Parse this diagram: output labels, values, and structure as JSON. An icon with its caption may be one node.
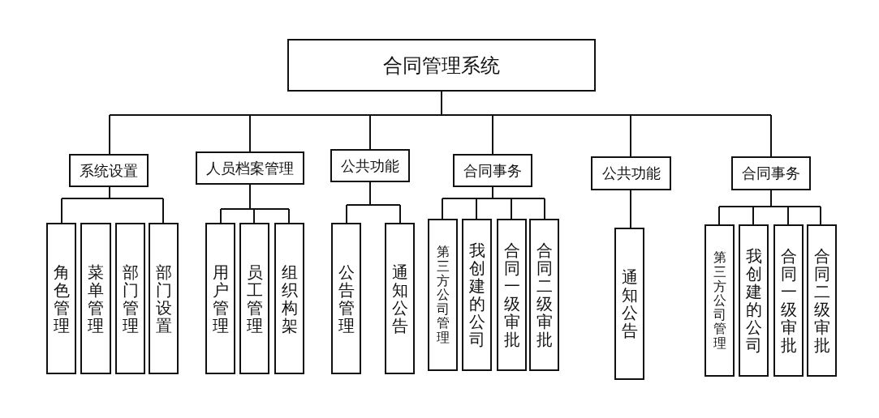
{
  "diagram": {
    "nodes": [
      {
        "text": [
          "合同管理系统"
        ]
      },
      {
        "text": [
          "系统设置"
        ]
      },
      {
        "text": [
          "人员档案管理"
        ]
      },
      {
        "text": [
          "公共功能"
        ]
      },
      {
        "text": [
          "合同事务"
        ]
      },
      {
        "text": [
          "公共功能"
        ]
      },
      {
        "text": [
          "合同事务"
        ]
      },
      {
        "text": [
          "角色管理"
        ]
      },
      {
        "text": [
          "菜单管理"
        ]
      },
      {
        "text": [
          "部门管理"
        ]
      },
      {
        "text": [
          "部门设置"
        ]
      },
      {
        "text": [
          "用户管理"
        ]
      },
      {
        "text": [
          "员工管理"
        ]
      },
      {
        "text": [
          "组织构架"
        ]
      },
      {
        "text": [
          "公告管理"
        ]
      },
      {
        "text": [
          "通知公告"
        ]
      },
      {
        "text": [
          "第三方公司管理"
        ]
      },
      {
        "text": [
          "我创建的公司"
        ]
      },
      {
        "text": [
          "合同一级审批"
        ]
      },
      {
        "text": [
          "合同二级审批"
        ]
      },
      {
        "text": [
          "通知公告"
        ]
      },
      {
        "text": [
          "第三方公司管理"
        ]
      },
      {
        "text": [
          "我创建的公司"
        ]
      },
      {
        "text": [
          "合同一级审批"
        ]
      },
      {
        "text": [
          "合同二级审批"
        ]
      }
    ],
    "edges": [
      {
        "from": 0,
        "to": 1,
        "arrow": "none"
      },
      {
        "from": 0,
        "to": 2,
        "arrow": "none"
      },
      {
        "from": 0,
        "to": 3,
        "arrow": "none"
      },
      {
        "from": 0,
        "to": 4,
        "arrow": "none"
      },
      {
        "from": 0,
        "to": 5,
        "arrow": "none"
      },
      {
        "from": 0,
        "to": 6,
        "arrow": "none"
      },
      {
        "from": 1,
        "to": 7,
        "arrow": "none"
      },
      {
        "from": 1,
        "to": 10,
        "arrow": "none"
      },
      {
        "from": 2,
        "to": 11,
        "arrow": "none"
      },
      {
        "from": 2,
        "to": 12,
        "arrow": "none"
      },
      {
        "from": 2,
        "to": 13,
        "arrow": "none"
      },
      {
        "from": 3,
        "to": 14,
        "arrow": "none"
      },
      {
        "from": 3,
        "to": 15,
        "arrow": "none"
      },
      {
        "from": 4,
        "to": 16,
        "arrow": "none"
      },
      {
        "from": 4,
        "to": 17,
        "arrow": "none"
      },
      {
        "from": 4,
        "to": 18,
        "arrow": "none"
      },
      {
        "from": 4,
        "to": 19,
        "arrow": "none"
      },
      {
        "from": 5,
        "to": 20,
        "arrow": "none"
      },
      {
        "from": 6,
        "to": 21,
        "arrow": "none"
      },
      {
        "from": 6,
        "to": 22,
        "arrow": "none"
      },
      {
        "from": 6,
        "to": 23,
        "arrow": "none"
      },
      {
        "from": 6,
        "to": 24,
        "arrow": "none"
      }
    ]
  }
}
